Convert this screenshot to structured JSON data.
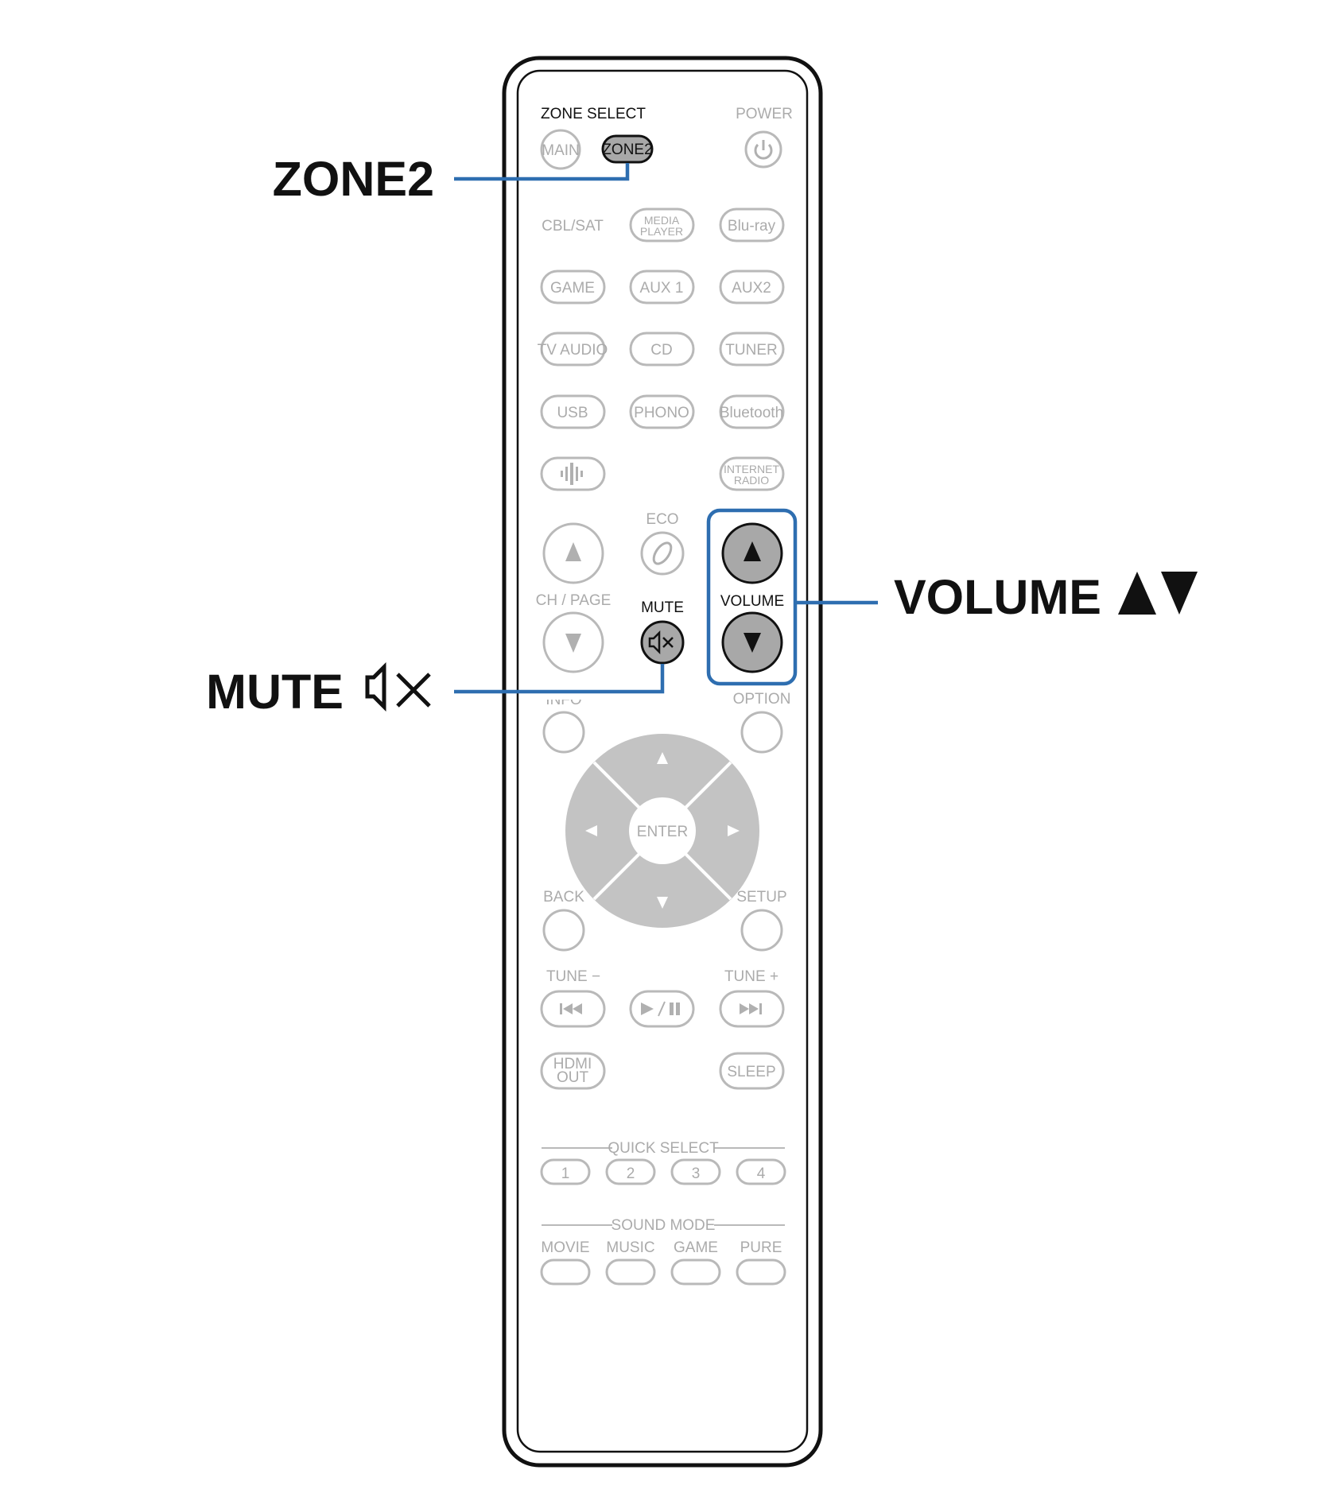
{
  "remote": {
    "zone_select_label": "ZONE SELECT",
    "power_label": "POWER",
    "main_button": "MAIN",
    "zone2_button": "ZONE2",
    "source_buttons": [
      {
        "label": "CBL/SAT"
      },
      {
        "label_line1": "MEDIA",
        "label_line2": "PLAYER"
      },
      {
        "label": "Blu-ray"
      },
      {
        "label": "GAME"
      },
      {
        "label": "AUX 1"
      },
      {
        "label": "AUX2"
      },
      {
        "label": "TV AUDIO"
      },
      {
        "label": "CD"
      },
      {
        "label": "TUNER"
      },
      {
        "label": "USB"
      },
      {
        "label": "PHONO"
      },
      {
        "label": "Bluetooth"
      },
      {
        "icon": "heos-icon"
      },
      {
        "label_line1": "INTERNET",
        "label_line2": "RADIO"
      }
    ],
    "eco_label": "ECO",
    "ch_page_label": "CH / PAGE",
    "mute_label": "MUTE",
    "volume_label": "VOLUME",
    "info_label": "INFO",
    "option_label": "OPTION",
    "enter_label": "ENTER",
    "back_label": "BACK",
    "setup_label": "SETUP",
    "tune_minus_label": "TUNE −",
    "tune_plus_label": "TUNE +",
    "hdmi_out_line1": "HDMI",
    "hdmi_out_line2": "OUT",
    "sleep_label": "SLEEP",
    "quick_select_label": "QUICK SELECT",
    "quick_select_buttons": [
      "1",
      "2",
      "3",
      "4"
    ],
    "sound_mode_label": "SOUND MODE",
    "sound_mode_buttons": [
      "MOVIE",
      "MUSIC",
      "GAME",
      "PURE"
    ]
  },
  "callouts": {
    "zone2": "ZONE2",
    "mute": "MUTE",
    "volume": "VOLUME"
  },
  "colors": {
    "highlight": "#2e6eb0",
    "inactive": "#ababab",
    "active_fill": "#a8a8a8"
  }
}
